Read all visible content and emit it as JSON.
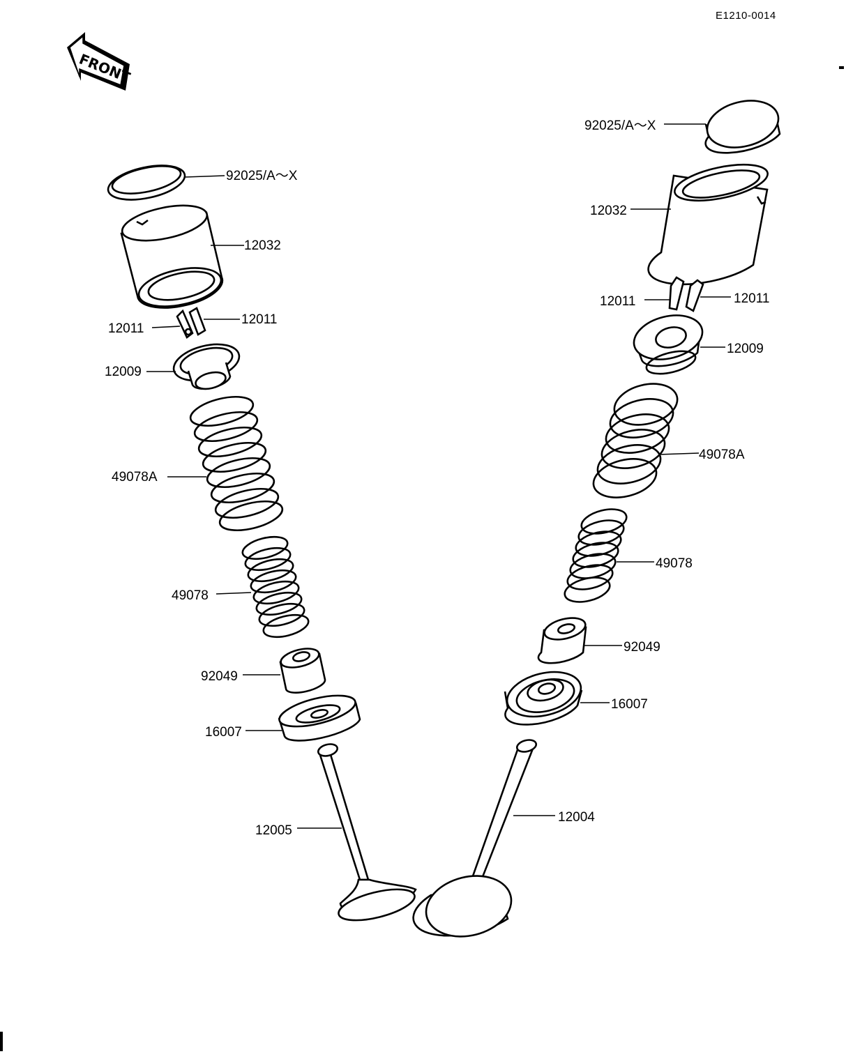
{
  "diagram_ref": "E1210-0014",
  "front_label": "FRONT",
  "left": {
    "shim": "92025/A～X",
    "tappet": "12032",
    "collet_left": "12011",
    "collet_right": "12011",
    "retainer": "12009",
    "outer_spring": "49078A",
    "inner_spring": "49078",
    "stem_seal": "92049",
    "spring_seat": "16007",
    "valve": "12005"
  },
  "right": {
    "shim": "92025/A～X",
    "tappet": "12032",
    "collet_left": "12011",
    "collet_right": "12011",
    "retainer": "12009",
    "outer_spring": "49078A",
    "inner_spring": "49078",
    "stem_seal": "92049",
    "spring_seat": "16007",
    "valve": "12004"
  }
}
